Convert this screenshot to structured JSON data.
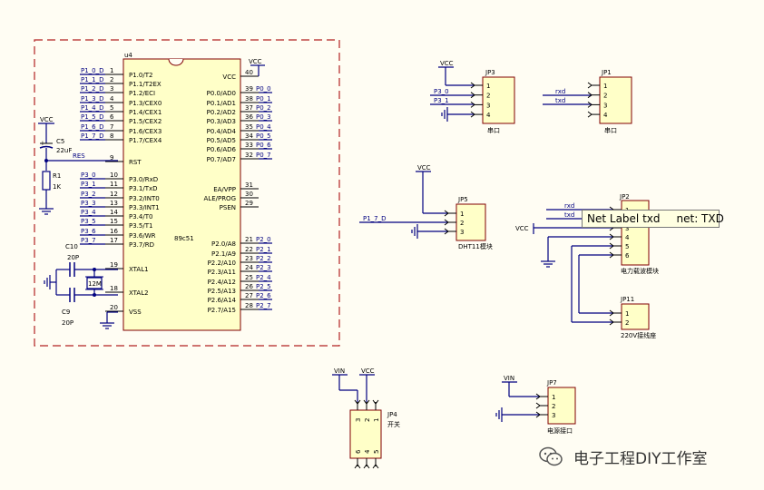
{
  "u4": {
    "designator": "u4",
    "comment": "89c51",
    "left_pins": [
      {
        "num": "1",
        "name": "P1.0/T2",
        "net": "P1_0_D"
      },
      {
        "num": "2",
        "name": "P1.1/T2EX",
        "net": "P1_1_D"
      },
      {
        "num": "3",
        "name": "P1.2/ECI",
        "net": "P1_2_D"
      },
      {
        "num": "4",
        "name": "P1.3/CEX0",
        "net": "P1_3_D"
      },
      {
        "num": "5",
        "name": "P1.4/CEX1",
        "net": "P1_4_D"
      },
      {
        "num": "6",
        "name": "P1.5/CEX2",
        "net": "P1_5_D"
      },
      {
        "num": "7",
        "name": "P1.6/CEX3",
        "net": "P1_6_D"
      },
      {
        "num": "8",
        "name": "P1.7/CEX4",
        "net": "P1_7_D"
      },
      {
        "num": "9",
        "name": "RST",
        "net": "RES"
      },
      {
        "num": "10",
        "name": "P3.0/RxD",
        "net": "P3_0"
      },
      {
        "num": "11",
        "name": "P3.1/TxD",
        "net": "P3_1"
      },
      {
        "num": "12",
        "name": "P3.2/INT0",
        "net": "P3_2"
      },
      {
        "num": "13",
        "name": "P3.3/INT1",
        "net": "P3_3"
      },
      {
        "num": "14",
        "name": "P3.4/T0",
        "net": "P3_4"
      },
      {
        "num": "15",
        "name": "P3.5/T1",
        "net": "P3_5"
      },
      {
        "num": "16",
        "name": "P3.6/WR",
        "net": "P3_6"
      },
      {
        "num": "17",
        "name": "P3.7/RD",
        "net": "P3_7"
      },
      {
        "num": "19",
        "name": "XTAL1",
        "net": ""
      },
      {
        "num": "18",
        "name": "XTAL2",
        "net": ""
      },
      {
        "num": "20",
        "name": "VSS",
        "net": ""
      }
    ],
    "right_pins": [
      {
        "num": "40",
        "name": "VCC",
        "net": "VCC"
      },
      {
        "num": "39",
        "name": "P0.0/AD0",
        "net": "P0_0"
      },
      {
        "num": "38",
        "name": "P0.1/AD1",
        "net": "P0_1"
      },
      {
        "num": "37",
        "name": "P0.2/AD2",
        "net": "P0_2"
      },
      {
        "num": "36",
        "name": "P0.3/AD3",
        "net": "P0_3"
      },
      {
        "num": "35",
        "name": "P0.4/AD4",
        "net": "P0_4"
      },
      {
        "num": "34",
        "name": "P0.5/AD5",
        "net": "P0_5"
      },
      {
        "num": "33",
        "name": "P0.6/AD6",
        "net": "P0_6"
      },
      {
        "num": "32",
        "name": "P0.7/AD7",
        "net": "P0_7"
      },
      {
        "num": "31",
        "name": "EA/VPP",
        "net": ""
      },
      {
        "num": "30",
        "name": "ALE/PROG",
        "net": ""
      },
      {
        "num": "29",
        "name": "PSEN",
        "net": ""
      },
      {
        "num": "21",
        "name": "P2.0/A8",
        "net": "P2_0"
      },
      {
        "num": "22",
        "name": "P2.1/A9",
        "net": "P2_1"
      },
      {
        "num": "23",
        "name": "P2.2/A10",
        "net": "P2_2"
      },
      {
        "num": "24",
        "name": "P2.3/A11",
        "net": "P2_3"
      },
      {
        "num": "25",
        "name": "P2.4/A12",
        "net": "P2_4"
      },
      {
        "num": "26",
        "name": "P2.5/A13",
        "net": "P2_5"
      },
      {
        "num": "27",
        "name": "P2.6/A14",
        "net": "P2_6"
      },
      {
        "num": "28",
        "name": "P2.7/A15",
        "net": "P2_7"
      }
    ]
  },
  "reset": {
    "vcc": "VCC",
    "cap_des": "C5",
    "cap_val": "22uF",
    "res_des": "R1",
    "res_val": "1K"
  },
  "crystal": {
    "c10_des": "C10",
    "c10_val": "20P",
    "c9_des": "C9",
    "c9_val": "20P",
    "xtal_val": "12M"
  },
  "jp3": {
    "des": "JP3",
    "name": "串口",
    "vcc": "VCC",
    "nets": [
      "P3_0",
      "P3_1"
    ],
    "pins": [
      "1",
      "2",
      "3",
      "4"
    ]
  },
  "jp1": {
    "des": "JP1",
    "name": "串口",
    "nets": [
      "rxd",
      "txd"
    ],
    "pins": [
      "1",
      "2",
      "3",
      "4"
    ]
  },
  "jp5": {
    "des": "JP5",
    "name": "DHT11模块",
    "vcc": "VCC",
    "net": "P1_7_D",
    "pins": [
      "1",
      "2",
      "3"
    ]
  },
  "jp2": {
    "des": "JP2",
    "name": "电力载波模块",
    "vcc": "VCC",
    "nets": [
      "rxd",
      "txd"
    ],
    "pins": [
      "1",
      "2",
      "3",
      "4",
      "5",
      "6"
    ]
  },
  "jp11": {
    "des": "JP11",
    "name": "220V接线座",
    "pins": [
      "1",
      "2"
    ]
  },
  "jp4": {
    "des": "JP4",
    "name": "开关",
    "vin": "VIN",
    "vcc": "VCC",
    "pins": [
      "3",
      "2",
      "1",
      "6",
      "4",
      "5"
    ]
  },
  "jp7": {
    "des": "JP7",
    "name": "电源接口",
    "vin": "VIN",
    "pins": [
      "1",
      "2",
      "3"
    ]
  },
  "tooltip": {
    "label": "Net Label txd",
    "net": "net: TXD"
  },
  "watermark": {
    "text": "电子工程DIY工作室"
  },
  "colors": {
    "wire": "#000080",
    "part_fill": "#ffffc8",
    "part_stroke": "#800000",
    "frame": "#b22222"
  }
}
